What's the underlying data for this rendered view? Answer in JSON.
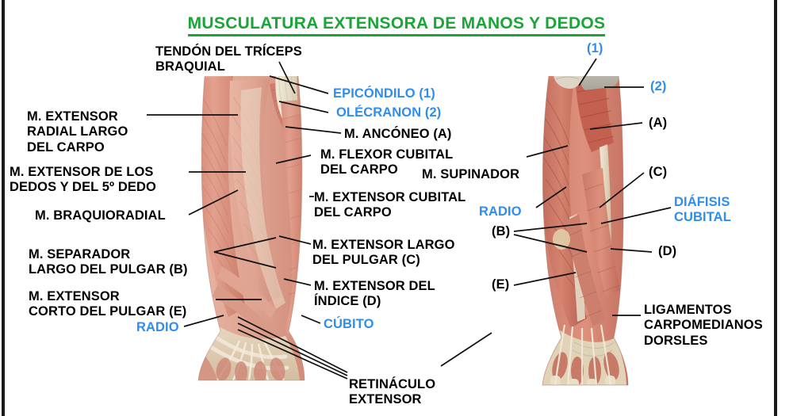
{
  "document": {
    "title": "MUSCULATURA EXTENSORA DE MANOS Y DEDOS",
    "title_color": "#1aa538",
    "bone_label_color": "#2e8def",
    "muscle_label_color": "#000000",
    "background": "#ffffff"
  },
  "labels": {
    "tendon_triceps": "TENDÓN DEL TRÍCEPS\nBRAQUIAL",
    "ext_radial_largo": "M. EXTENSOR\nRADIAL LARGO\nDEL CARPO",
    "ext_dedos": "M. EXTENSOR DE LOS\nDEDOS Y DEL 5º DEDO",
    "braquioradial": "M. BRAQUIORADIAL",
    "separador_largo": "M. SEPARADOR\nLARGO DEL PULGAR (B)",
    "ext_corto_pulgar": "M. EXTENSOR\nCORTO DEL PULGAR (E)",
    "radio_left": "RADIO",
    "epicondilo": "EPICÓNDILO (1)",
    "olecranon": "OLÉCRANON (2)",
    "anconeo": "M. ANCÓNEO (A)",
    "flexor_cubital": "M. FLEXOR CUBITAL\nDEL CARPO",
    "supinador": "M. SUPINADOR",
    "ext_cubital": "M. EXTENSOR CUBITAL\nDEL CARPO",
    "ext_largo_pulgar": "M. EXTENSOR LARGO\nDEL PULGAR (C)",
    "ext_indice": "M. EXTENSOR DEL\nÍNDICE (D)",
    "cubito": "CÚBITO",
    "retinaculo": "RETINÁCULO\nEXTENSOR",
    "marker_1": "(1)",
    "marker_2": "(2)",
    "marker_A": "(A)",
    "marker_C": "(C)",
    "marker_D": "(D)",
    "marker_B": "(B)",
    "marker_E": "(E)",
    "radio_mid": "RADIO",
    "diafisis_cubital": "DIÁFISIS\nCUBITAL",
    "ligamentos": "LIGAMENTOS\nCARPOMEDIANOS\nDORSLES"
  }
}
